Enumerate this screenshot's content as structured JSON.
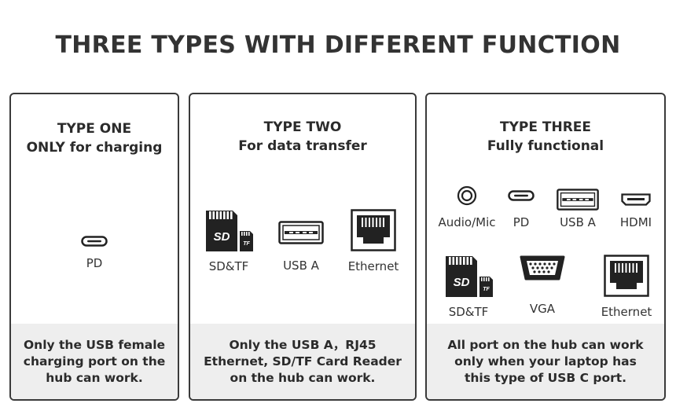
{
  "title": "THREE TYPES WITH DIFFERENT FUNCTION",
  "colors": {
    "text": "#333333",
    "border": "#3a3a3a",
    "footer_bg": "#eeeeee",
    "icon": "#222222"
  },
  "cards": [
    {
      "heading": [
        "TYPE ONE",
        "ONLY for charging"
      ],
      "ports": [
        {
          "label": "PD",
          "icon": "usb-c-port-icon"
        }
      ],
      "footer": [
        "Only the USB female",
        "charging port on the",
        "hub can work."
      ]
    },
    {
      "heading": [
        "TYPE TWO",
        "For data transfer"
      ],
      "ports": [
        {
          "label": "SD&TF",
          "icon": "sd-tf-card-icon"
        },
        {
          "label": "USB A",
          "icon": "usb-a-port-icon"
        },
        {
          "label": "Ethernet",
          "icon": "ethernet-port-icon"
        }
      ],
      "footer": [
        "Only the USB A，RJ45",
        "Ethernet, SD/TF Card Reader",
        "on the hub can work."
      ]
    },
    {
      "heading": [
        "TYPE THREE",
        "Fully functional"
      ],
      "ports": [
        {
          "label": "Audio/Mic",
          "icon": "audio-jack-icon"
        },
        {
          "label": "PD",
          "icon": "usb-c-port-icon"
        },
        {
          "label": "USB A",
          "icon": "usb-a-port-icon"
        },
        {
          "label": "HDMI",
          "icon": "hdmi-port-icon"
        },
        {
          "label": "SD&TF",
          "icon": "sd-tf-card-icon"
        },
        {
          "label": "VGA",
          "icon": "vga-port-icon"
        },
        {
          "label": "Ethernet",
          "icon": "ethernet-port-icon"
        }
      ],
      "footer": [
        "All port on the hub can work",
        "only when your laptop has",
        "this type of USB C port."
      ]
    }
  ]
}
